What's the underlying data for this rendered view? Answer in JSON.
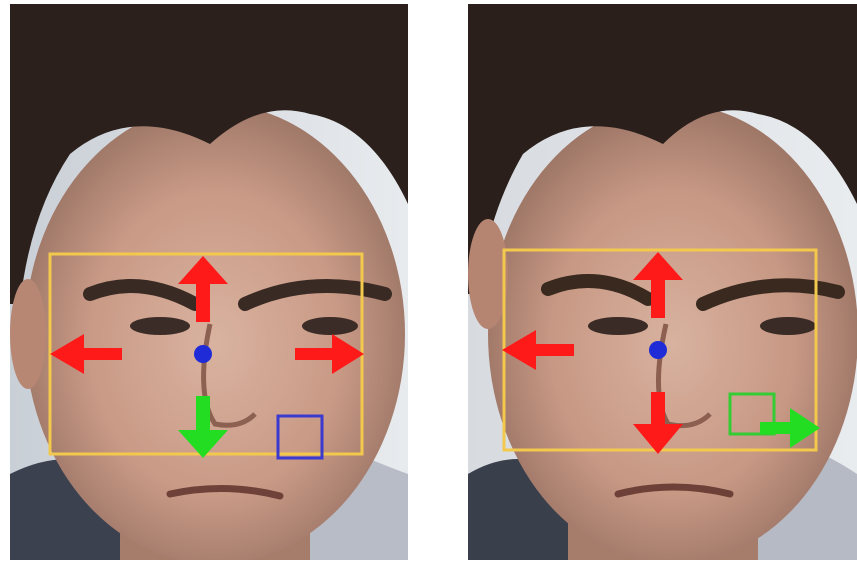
{
  "figure": {
    "panels": [
      {
        "id": "left",
        "subject": "face-frowning",
        "overlay": {
          "box_color": "#f2c94c",
          "center_dot_color": "#1f2bd6",
          "arrow_color_primary": "#ff1a1a",
          "arrow_color_secondary": "#22dd22",
          "marker_square_color": "#3a3ad0",
          "arrows": [
            "up",
            "left",
            "right",
            "down"
          ],
          "marker": "blue-square-lower-right"
        }
      },
      {
        "id": "right",
        "subject": "face-frowning",
        "overlay": {
          "box_color": "#f2c94c",
          "center_dot_color": "#1f2bd6",
          "arrow_color_primary": "#ff1a1a",
          "arrow_color_secondary": "#22dd22",
          "marker_square_color": "#33cc33",
          "arrows": [
            "up",
            "left",
            "down",
            "right"
          ],
          "marker": "green-square-lower-right"
        }
      }
    ]
  }
}
